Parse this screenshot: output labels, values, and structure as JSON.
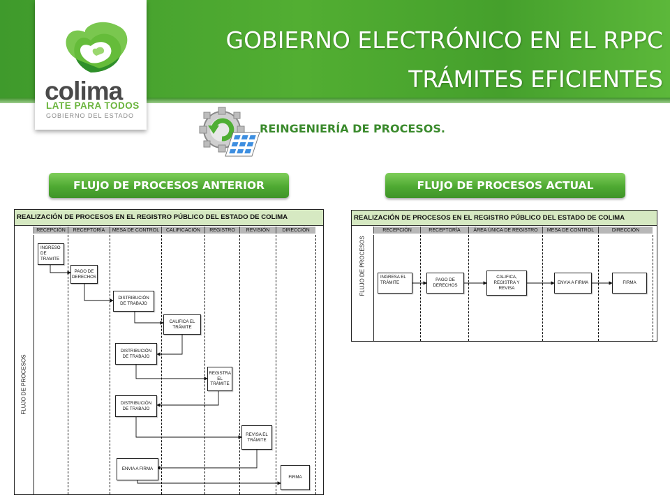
{
  "header": {
    "title_line1": "GOBIERNO ELECTRÓNICO EN EL RPPC",
    "title_line2": "TRÁMITES EFICIENTES",
    "colors": {
      "band": "#4fab31",
      "text": "#ffffff"
    }
  },
  "logo": {
    "word": "colima",
    "tagline": "LATE PARA TODOS",
    "subline": "GOBIERNO DEL ESTADO",
    "icon": "heart-logo-icon"
  },
  "section": {
    "icon": "gear-refresh-icon",
    "subtitle": "REINGENIERÍA DE PROCESOS."
  },
  "buttons": {
    "before": "FLUJO DE PROCESOS ANTERIOR",
    "after": "FLUJO DE PROCESOS ACTUAL"
  },
  "diagram_before": {
    "title": "REALIZACIÓN DE PROCESOS EN EL REGISTRO PÚBLICO DEL ESTADO DE COLIMA",
    "side_label": "FLUJO DE PROCESOS",
    "lanes": [
      "RECEPCIÓN",
      "RECEPTORÍA",
      "MESA DE CONTROL",
      "CALIFICACIÓN",
      "REGISTRO",
      "REVISIÓN",
      "DIRECCIÓN"
    ],
    "steps": [
      "INGRESO DE TRAMITE",
      "PAGO DE DERECHOS",
      "DISTRIBUCIÓN DE TRABAJO",
      "CALIFICA EL TRÁMITE",
      "DISTRIBUCIÓN DE TRABAJO",
      "REGISTRA EL TRÁMITE",
      "DISTRIBUCIÓN DE TRABAJO",
      "REVISA EL TRÁMITE",
      "ENVIA A FIRMA",
      "FIRMA"
    ]
  },
  "diagram_after": {
    "title": "REALIZACIÓN DE PROCESOS EN EL REGISTRO PÚBLICO DEL ESTADO DE COLIMA",
    "side_label": "FLUJO DE PROCESOS",
    "lanes": [
      "RECEPCIÓN",
      "RECEPTORÍA",
      "ÁREA ÚNICA DE REGISTRO",
      "MESA DE CONTROL",
      "DIRECCIÓN"
    ],
    "steps": [
      "INGRESA EL TRÁMITE",
      "PAGO DE DERECHOS",
      "CALIFICA, REGISTRA Y REVISA",
      "ENVIA A FIRMA",
      "FIRMA"
    ]
  }
}
